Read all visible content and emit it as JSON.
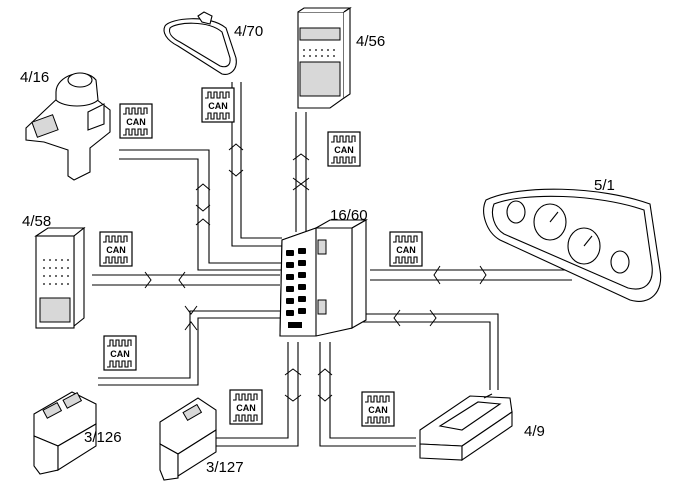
{
  "labels": {
    "n4_16": "4/16",
    "n4_70": "4/70",
    "n4_56": "4/56",
    "n5_1": "5/1",
    "n16_60": "16/60",
    "n4_58": "4/58",
    "n3_126": "3/126",
    "n3_127": "3/127",
    "n4_9": "4/9"
  },
  "can_label": "CAN"
}
